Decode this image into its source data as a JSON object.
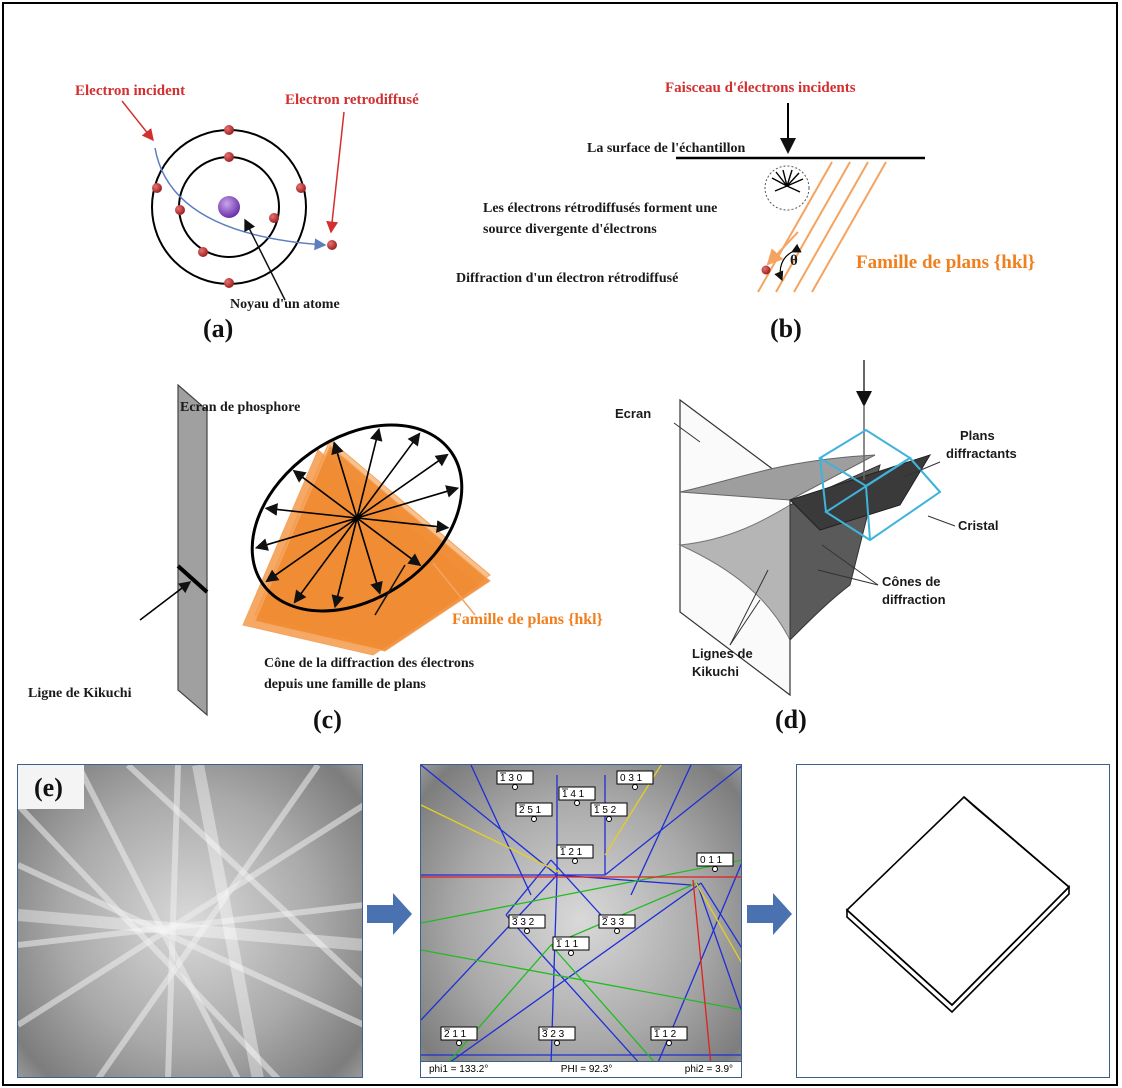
{
  "panel_a": {
    "label": "(a)",
    "incident": "Electron incident",
    "retro": "Electron retrodiffusé",
    "nucleus": "Noyau d'un atome"
  },
  "panel_b": {
    "label": "(b)",
    "beam": "Faisceau d'électrons incidents",
    "surface": "La surface de  l'échantillon",
    "source_line1": "Les électrons rétrodiffusés forment une",
    "source_line2": "source divergente d'électrons",
    "diffraction": "Diffraction d'un  électron rétrodiffusé",
    "theta": "θ",
    "planes": "Famille de plans {hkl}"
  },
  "panel_c": {
    "label": "(c)",
    "screen": "Ecran de phosphore",
    "kikuchi": "Ligne de Kikuchi",
    "cone_line1": "Cône de la diffraction des électrons",
    "cone_line2": "depuis une famille de plans",
    "planes": "Famille de plans {hkl}"
  },
  "panel_d": {
    "label": "(d)",
    "screen": "Ecran",
    "plans1": "Plans",
    "plans2": "diffractants",
    "cristal": "Cristal",
    "cones1": "Cônes de",
    "cones2": "diffraction",
    "lignes1": "Lignes de",
    "lignes2": "Kikuchi"
  },
  "panel_e": {
    "label": "(e)",
    "indices": [
      {
        "ov": "1",
        "rest": "3 0"
      },
      {
        "ov": "",
        "rest": "0 3 1"
      },
      {
        "ov": "1",
        "rest": "4 1"
      },
      {
        "ov": "2",
        "rest": "5 1"
      },
      {
        "ov": "1",
        "rest": "5 2"
      },
      {
        "ov": "1",
        "rest": "2 1"
      },
      {
        "ov": "",
        "rest": "0 1 1"
      },
      {
        "ov": "3",
        "rest": "3 2"
      },
      {
        "ov": "2",
        "rest": "3 3"
      },
      {
        "ov": "1",
        "rest": "1 1"
      },
      {
        "ov": "2",
        "rest": "1 1"
      },
      {
        "ov": "3",
        "rest": "2 3"
      },
      {
        "ov": "1",
        "rest": "1 2"
      }
    ],
    "phi1": "phi1 = 133.2°",
    "PHI": "PHI = 92.3°",
    "phi2": "phi2 =  3.9°"
  },
  "colors": {
    "red_label": "#d32f2f",
    "orange": "#f07f1e",
    "cyan_crystal": "#3fb3d9",
    "arrow_blue": "#4a72b0",
    "band_blue": "#1e2fd6",
    "band_green": "#22bb22",
    "band_red": "#e02020",
    "band_yellow": "#e5d020"
  }
}
